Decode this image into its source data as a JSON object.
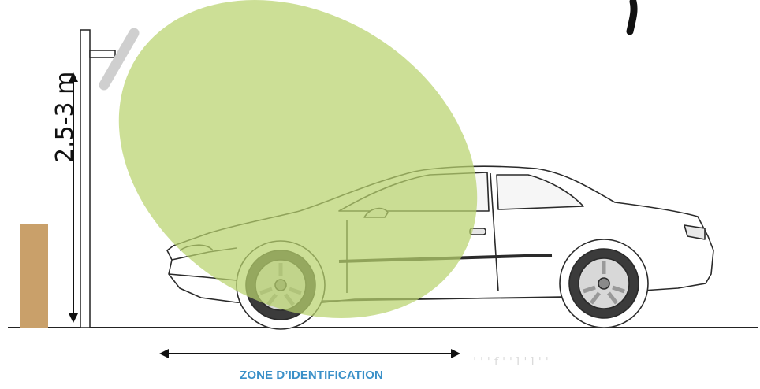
{
  "diagram": {
    "height_label": "2.5-3 m",
    "zone_label": "ZONE D’IDENTIFICATION",
    "faded_text": "' '  '  f        '     '   l  '  l      '   '",
    "colors": {
      "detection_zone": "#c8dc8c",
      "pole": "#ffffff",
      "outline": "#222222",
      "bollard": "#c9a06a",
      "zone_label": "#3a90c8",
      "camera": "#cfcfcf"
    },
    "icons": [
      "camera-icon",
      "car-icon",
      "pole-icon",
      "bollard-icon",
      "cable-icon"
    ]
  }
}
